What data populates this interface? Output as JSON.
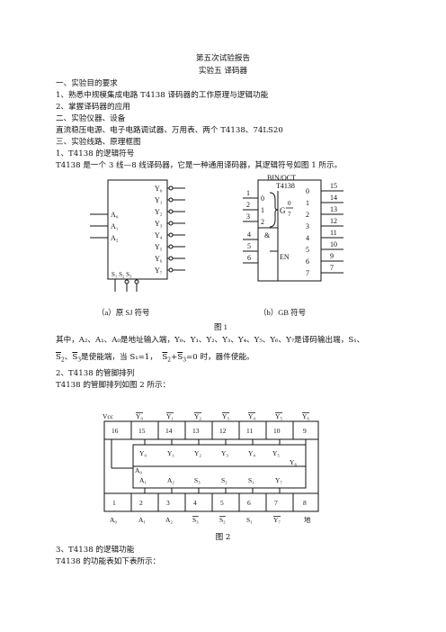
{
  "title": "第五次试验报告",
  "subtitle": "实验五   译码器",
  "lines": [
    "一、实验目的要求",
    "1、熟悉中规模集成电路 T4138 译码器的工作原理与逻辑功能",
    "2、掌握译码器的应用",
    "二、实验仪器、设备",
    "直流稳压电源、电子电路调试器、万用表、两个 T4138、74LS20",
    "三、实验线路、原理框图",
    "1、T4138 的逻辑符号",
    "T4138 是一个 3 线—8 线译码器，它是一种通用译码器，其逻辑符号如图 1 所示。"
  ],
  "fig1": {
    "left_outputs": [
      "Y₀",
      "Y₁",
      "Y₂",
      "Y₃",
      "Y₄",
      "Y₅",
      "Y₆",
      "Y₇"
    ],
    "left_inputs": [
      "A₀",
      "A₁",
      "A₂"
    ],
    "left_enable": "S₁ S₂ S₃",
    "right_title1": "BIN/OCT",
    "right_title2": "T4138",
    "right_in_nums": [
      "1",
      "2",
      "3"
    ],
    "right_in_bits": [
      "0",
      "1",
      "2"
    ],
    "right_g_label": "G",
    "right_g_frac_top": "0",
    "right_g_frac_bot": "7",
    "right_and": "&",
    "right_en": "EN",
    "right_en_nums": [
      "4",
      "5",
      "6"
    ],
    "right_out_inner": [
      "0",
      "1",
      "2",
      "3",
      "4",
      "5",
      "6",
      "7"
    ],
    "right_out_pins": [
      "15",
      "14",
      "13",
      "12",
      "11",
      "10",
      "9",
      "7"
    ],
    "caption_a": "（a）原 SJ 符号",
    "caption_b": "（b）GB 符号",
    "caption": "图 1"
  },
  "desc1": "其中，A₂、A₁、A₀是地址输入端，Y₀、Y₁、Y₂、Y₃、Y₄、Y₅、Y₆、Y₇是译码输出端，S₁、",
  "desc2_parts": {
    "s2": "S",
    "s2_sub": "2",
    "mid1": "、",
    "s3": "S",
    "s3_sub": "3",
    "mid2": "是使能端，当 S₁=1，",
    "s2b": "S",
    "s2b_sub": "2",
    "plus": "+",
    "s3b": "S",
    "s3b_sub": "3",
    "end": "=0 时，器件使能。"
  },
  "sec2": "2、T4138 的管脚排列",
  "sec2_desc": "T4138 的管脚排列如图 2 所示：",
  "fig2": {
    "top_labels": [
      "Vcc",
      "Y₀",
      "Y₁",
      "Y₂",
      "Y₃",
      "Y₄",
      "Y₅",
      "Y₆"
    ],
    "top_pins": [
      "16",
      "15",
      "14",
      "13",
      "12",
      "11",
      "10",
      "9"
    ],
    "inner_top": [
      "Y₀",
      "Y₁",
      "Y₂",
      "Y₃",
      "Y₄",
      "Y₅"
    ],
    "inner_y6": "Y₆",
    "inner_a0": "A₀",
    "inner_bottom": [
      "A₁",
      "A₂",
      "S₃",
      "S₂",
      "S₁",
      "Y₇"
    ],
    "bottom_pins": [
      "1",
      "2",
      "3",
      "4",
      "5",
      "6",
      "7",
      "8"
    ],
    "bottom_labels": [
      "A₀",
      "A₁",
      "A₂",
      "S₃",
      "S₂",
      "S₁",
      "Y₇",
      "地"
    ],
    "caption": "图 2"
  },
  "sec3": "3、T4138 的逻辑功能",
  "sec3_desc": "T4138 的功能表如下表所示："
}
